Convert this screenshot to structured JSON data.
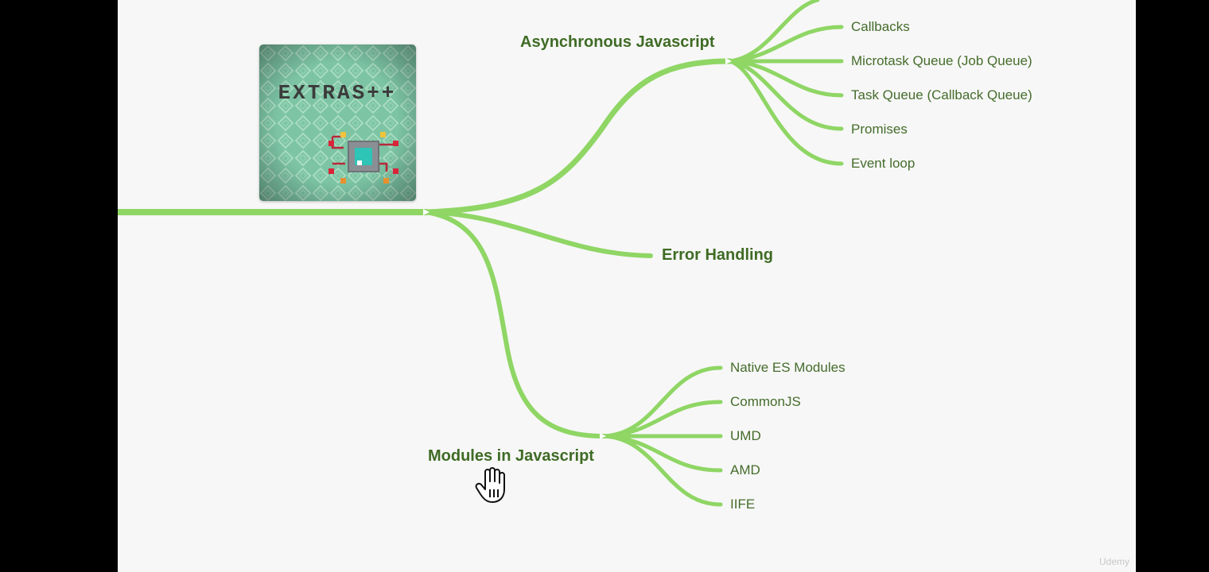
{
  "colors": {
    "branch_line": "#8fd665",
    "label_text": "#3f6b25",
    "background": "#f7f7f7"
  },
  "logo": {
    "text": "EXTRAS++"
  },
  "branches": {
    "async": {
      "label": "Asynchronous Javascript",
      "children": [
        "Callbacks",
        "Microtask Queue (Job Queue)",
        "Task Queue (Callback Queue)",
        "Promises",
        "Event loop"
      ]
    },
    "errors": {
      "label": "Error Handling"
    },
    "modules": {
      "label": "Modules in Javascript",
      "children": [
        "Native ES Modules",
        "CommonJS",
        "UMD",
        "AMD",
        "IIFE"
      ]
    }
  },
  "watermark": "Udemy",
  "cursor_icon": "hand-pointer-icon"
}
